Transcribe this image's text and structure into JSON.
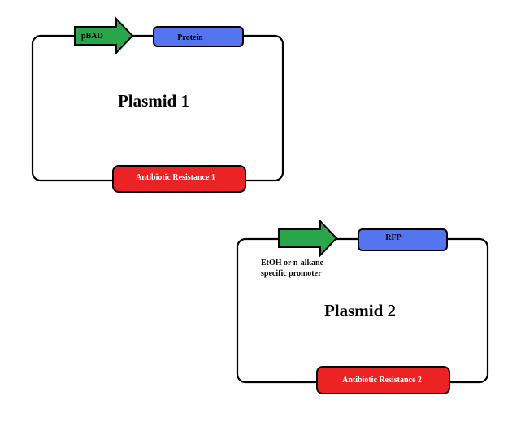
{
  "colors": {
    "background": "#ffffff",
    "outline": "#000000",
    "promoter_green": "#2aa64a",
    "gene_blue": "#5574f0",
    "resistance_red": "#ec2324",
    "resistance_text": "#ffffff"
  },
  "plasmids": [
    {
      "title": "Plasmid 1",
      "promoter": {
        "label": "pBAD"
      },
      "gene": {
        "label": "Protein"
      },
      "resistance": {
        "label": "Antibiotic Resistance 1"
      }
    },
    {
      "title": "Plasmid 2",
      "promoter": {
        "label_line1": "EtOH or n-alkane",
        "label_line2": "specific promoter"
      },
      "gene": {
        "label": "RFP"
      },
      "resistance": {
        "label": "Antibiotic Resistance 2"
      }
    }
  ]
}
